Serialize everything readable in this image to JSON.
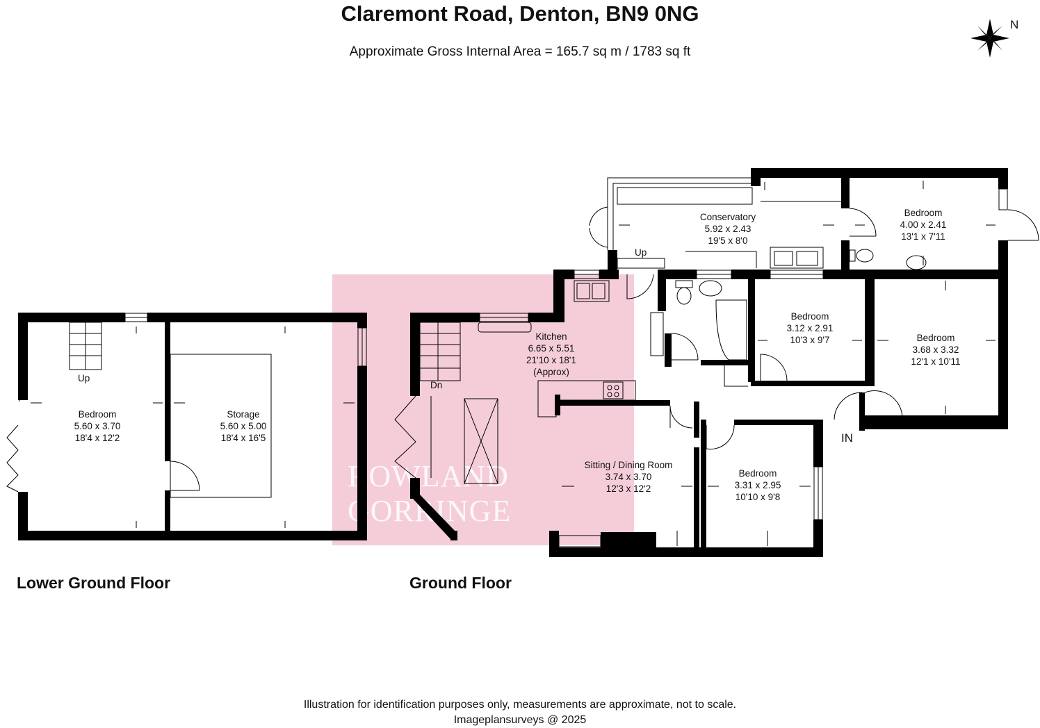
{
  "title": "Claremont Road, Denton, BN9 0NG",
  "subtitle": "Approximate Gross Internal Area = 165.7 sq m / 1783 sq ft",
  "compass_label": "N",
  "floors": {
    "lower_ground": "Lower Ground Floor",
    "ground": "Ground Floor"
  },
  "rooms": [
    {
      "name": "Bedroom",
      "metric": "5.60 x 3.70",
      "imperial": "18'4 x 12'2"
    },
    {
      "name": "Storage",
      "metric": "5.60 x 5.00",
      "imperial": "18'4 x 16'5"
    },
    {
      "name": "Kitchen",
      "metric": "6.65 x 5.51",
      "imperial": "21'10 x 18'1",
      "note": "(Approx)"
    },
    {
      "name": "Conservatory",
      "metric": "5.92 x 2.43",
      "imperial": "19'5 x 8'0"
    },
    {
      "name": "Bedroom",
      "metric": "4.00 x 2.41",
      "imperial": "13'1 x 7'11"
    },
    {
      "name": "Bedroom",
      "metric": "3.12 x 2.91",
      "imperial": "10'3 x 9'7"
    },
    {
      "name": "Bedroom",
      "metric": "3.68 x 3.32",
      "imperial": "12'1 x 10'11"
    },
    {
      "name": "Sitting / Dining Room",
      "metric": "3.74 x 3.70",
      "imperial": "12'3 x 12'2"
    },
    {
      "name": "Bedroom",
      "metric": "3.31 x 2.95",
      "imperial": "10'10 x 9'8"
    }
  ],
  "stair_labels": {
    "lower_up": "Up",
    "ground_dn": "Dn",
    "conservatory_up": "Up"
  },
  "entrance_label": "IN",
  "watermark": {
    "line1": "ROWLAND",
    "line2": "GORRINGE",
    "color": "#f3cdd9"
  },
  "colors": {
    "wall": "#000000",
    "highlight": "#f4cdd9"
  },
  "footer": {
    "disclaimer": "Illustration for identification purposes only, measurements are approximate, not to scale.",
    "credit": "Imageplansurveys @ 2025"
  }
}
